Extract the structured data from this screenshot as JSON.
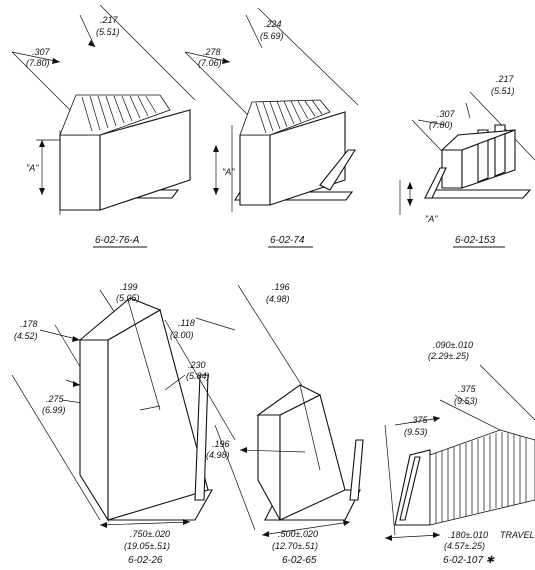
{
  "parts": [
    {
      "number": "6-02-76-A",
      "dims": [
        ".217",
        "(5.51)",
        ".307",
        "(7.80)"
      ],
      "ref": "\"A\""
    },
    {
      "number": "6-02-74",
      "dims": [
        ".224",
        "(5.69)",
        ".278",
        "(7.06)"
      ],
      "ref": "\"A\""
    },
    {
      "number": "6-02-153",
      "dims": [
        ".217",
        "(5.51)",
        ".307",
        "(7.80)"
      ],
      "ref": "\"A\""
    },
    {
      "number": "6-02-26",
      "dims": [
        ".199",
        "(5.05)",
        ".178",
        "(4.52)",
        ".230",
        "(5.84)",
        ".275",
        "(6.99)",
        ".750±.020",
        "(19.05±.51)"
      ]
    },
    {
      "number": "6-02-65",
      "dims": [
        ".196",
        "(4.98)",
        ".118",
        "(3.00)",
        ".196",
        "(4.98)",
        ".500±.020",
        "(12.70±.51)"
      ]
    },
    {
      "number": "6-02-107 ✱",
      "dims": [
        ".090±.010",
        "(2.29±.25)",
        ".375",
        "(9.53)",
        ".375",
        "(9.53)",
        ".180±.010",
        "(4.57±.25)"
      ],
      "note": "TRAVEL"
    }
  ]
}
